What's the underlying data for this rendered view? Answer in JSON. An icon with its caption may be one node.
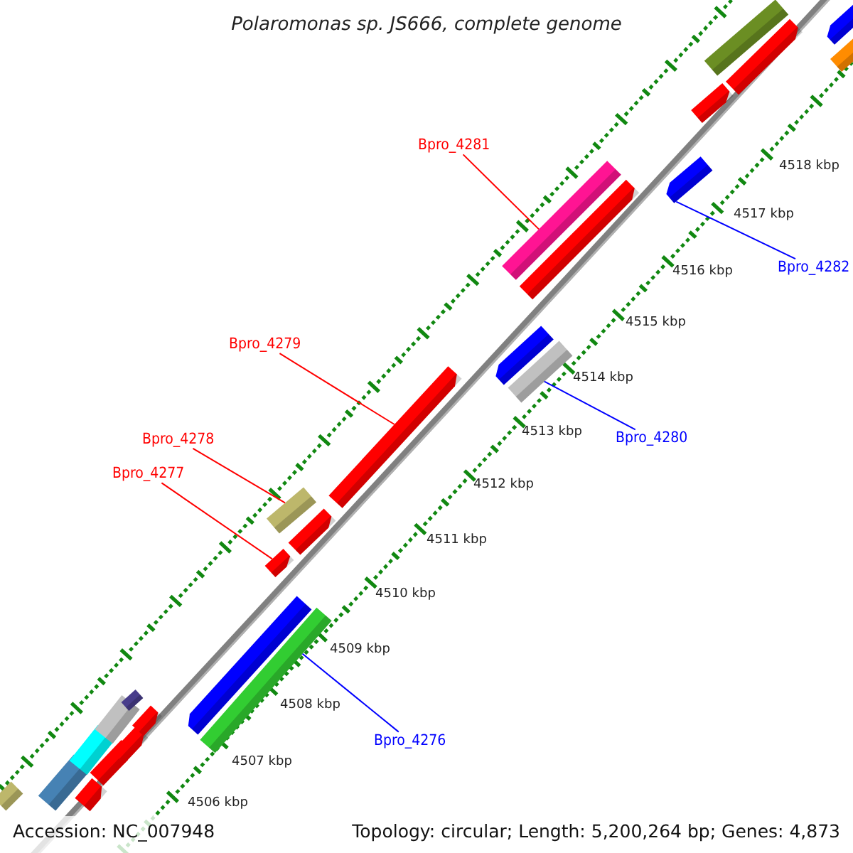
{
  "diagram": {
    "title": "Polaromonas sp. JS666, complete genome",
    "nodes": [
      {
        "text": [
          "Bpro_4281"
        ]
      },
      {
        "text": [],
        "shape": "bar"
      },
      {
        "text": [
          "Bpro_4282"
        ]
      },
      {
        "text": [],
        "shape": "arrow"
      },
      {
        "text": [
          "Bpro_4279"
        ]
      },
      {
        "text": [],
        "shape": "arrow"
      },
      {
        "text": [
          "Bpro_4280"
        ]
      },
      {
        "text": [],
        "shape": "bar"
      },
      {
        "text": [
          "Bpro_4278"
        ]
      },
      {
        "text": [],
        "shape": "bar"
      },
      {
        "text": [
          "Bpro_4277"
        ]
      },
      {
        "text": [],
        "shape": "arrow"
      },
      {
        "text": [
          "Bpro_4276"
        ]
      },
      {
        "text": [],
        "shape": "bar"
      },
      {
        "text": [],
        "shape": "bar"
      },
      {
        "text": [],
        "shape": "arrow"
      },
      {
        "text": [],
        "shape": "arrow"
      },
      {
        "text": [],
        "shape": "bar"
      },
      {
        "text": [],
        "shape": "arrow"
      },
      {
        "text": [],
        "shape": "arrow"
      },
      {
        "text": [],
        "shape": "arrow"
      },
      {
        "text": [],
        "shape": "arrow"
      },
      {
        "text": [],
        "shape": "arrow"
      },
      {
        "text": [],
        "shape": "bar"
      },
      {
        "text": [],
        "shape": "bar"
      },
      {
        "text": [],
        "shape": "bar"
      },
      {
        "text": [],
        "shape": "bar"
      },
      {
        "text": [],
        "shape": "bar"
      },
      {
        "text": [],
        "shape": "arrow"
      },
      {
        "text": [],
        "shape": "arrow"
      },
      {
        "text": [],
        "shape": "arrow"
      },
      {
        "text": [],
        "shape": "arrow"
      }
    ],
    "edges": [
      {
        "from": 0,
        "to": 1,
        "arrow": "none"
      },
      {
        "from": 2,
        "to": 3,
        "arrow": "none",
        "color": "#0000ff"
      },
      {
        "from": 4,
        "to": 5,
        "arrow": "none"
      },
      {
        "from": 6,
        "to": 7,
        "arrow": "none",
        "color": "#0000ff"
      },
      {
        "from": 8,
        "to": 9,
        "arrow": "none"
      },
      {
        "from": 10,
        "to": 11,
        "arrow": "none"
      },
      {
        "from": 12,
        "to": 13,
        "arrow": "none",
        "color": "#0000ff"
      }
    ],
    "labels": [
      "4518 kbp",
      "4517 kbp",
      "4516 kbp",
      "4515 kbp",
      "4514 kbp",
      "4513 kbp",
      "4512 kbp",
      "4511 kbp",
      "4510 kbp",
      "4509 kbp",
      "4508 kbp",
      "4507 kbp",
      "4506 kbp",
      "Accession: NC_007948",
      "Topology: circular; Length: 5,200,264 bp; Genes: 4,873"
    ]
  }
}
